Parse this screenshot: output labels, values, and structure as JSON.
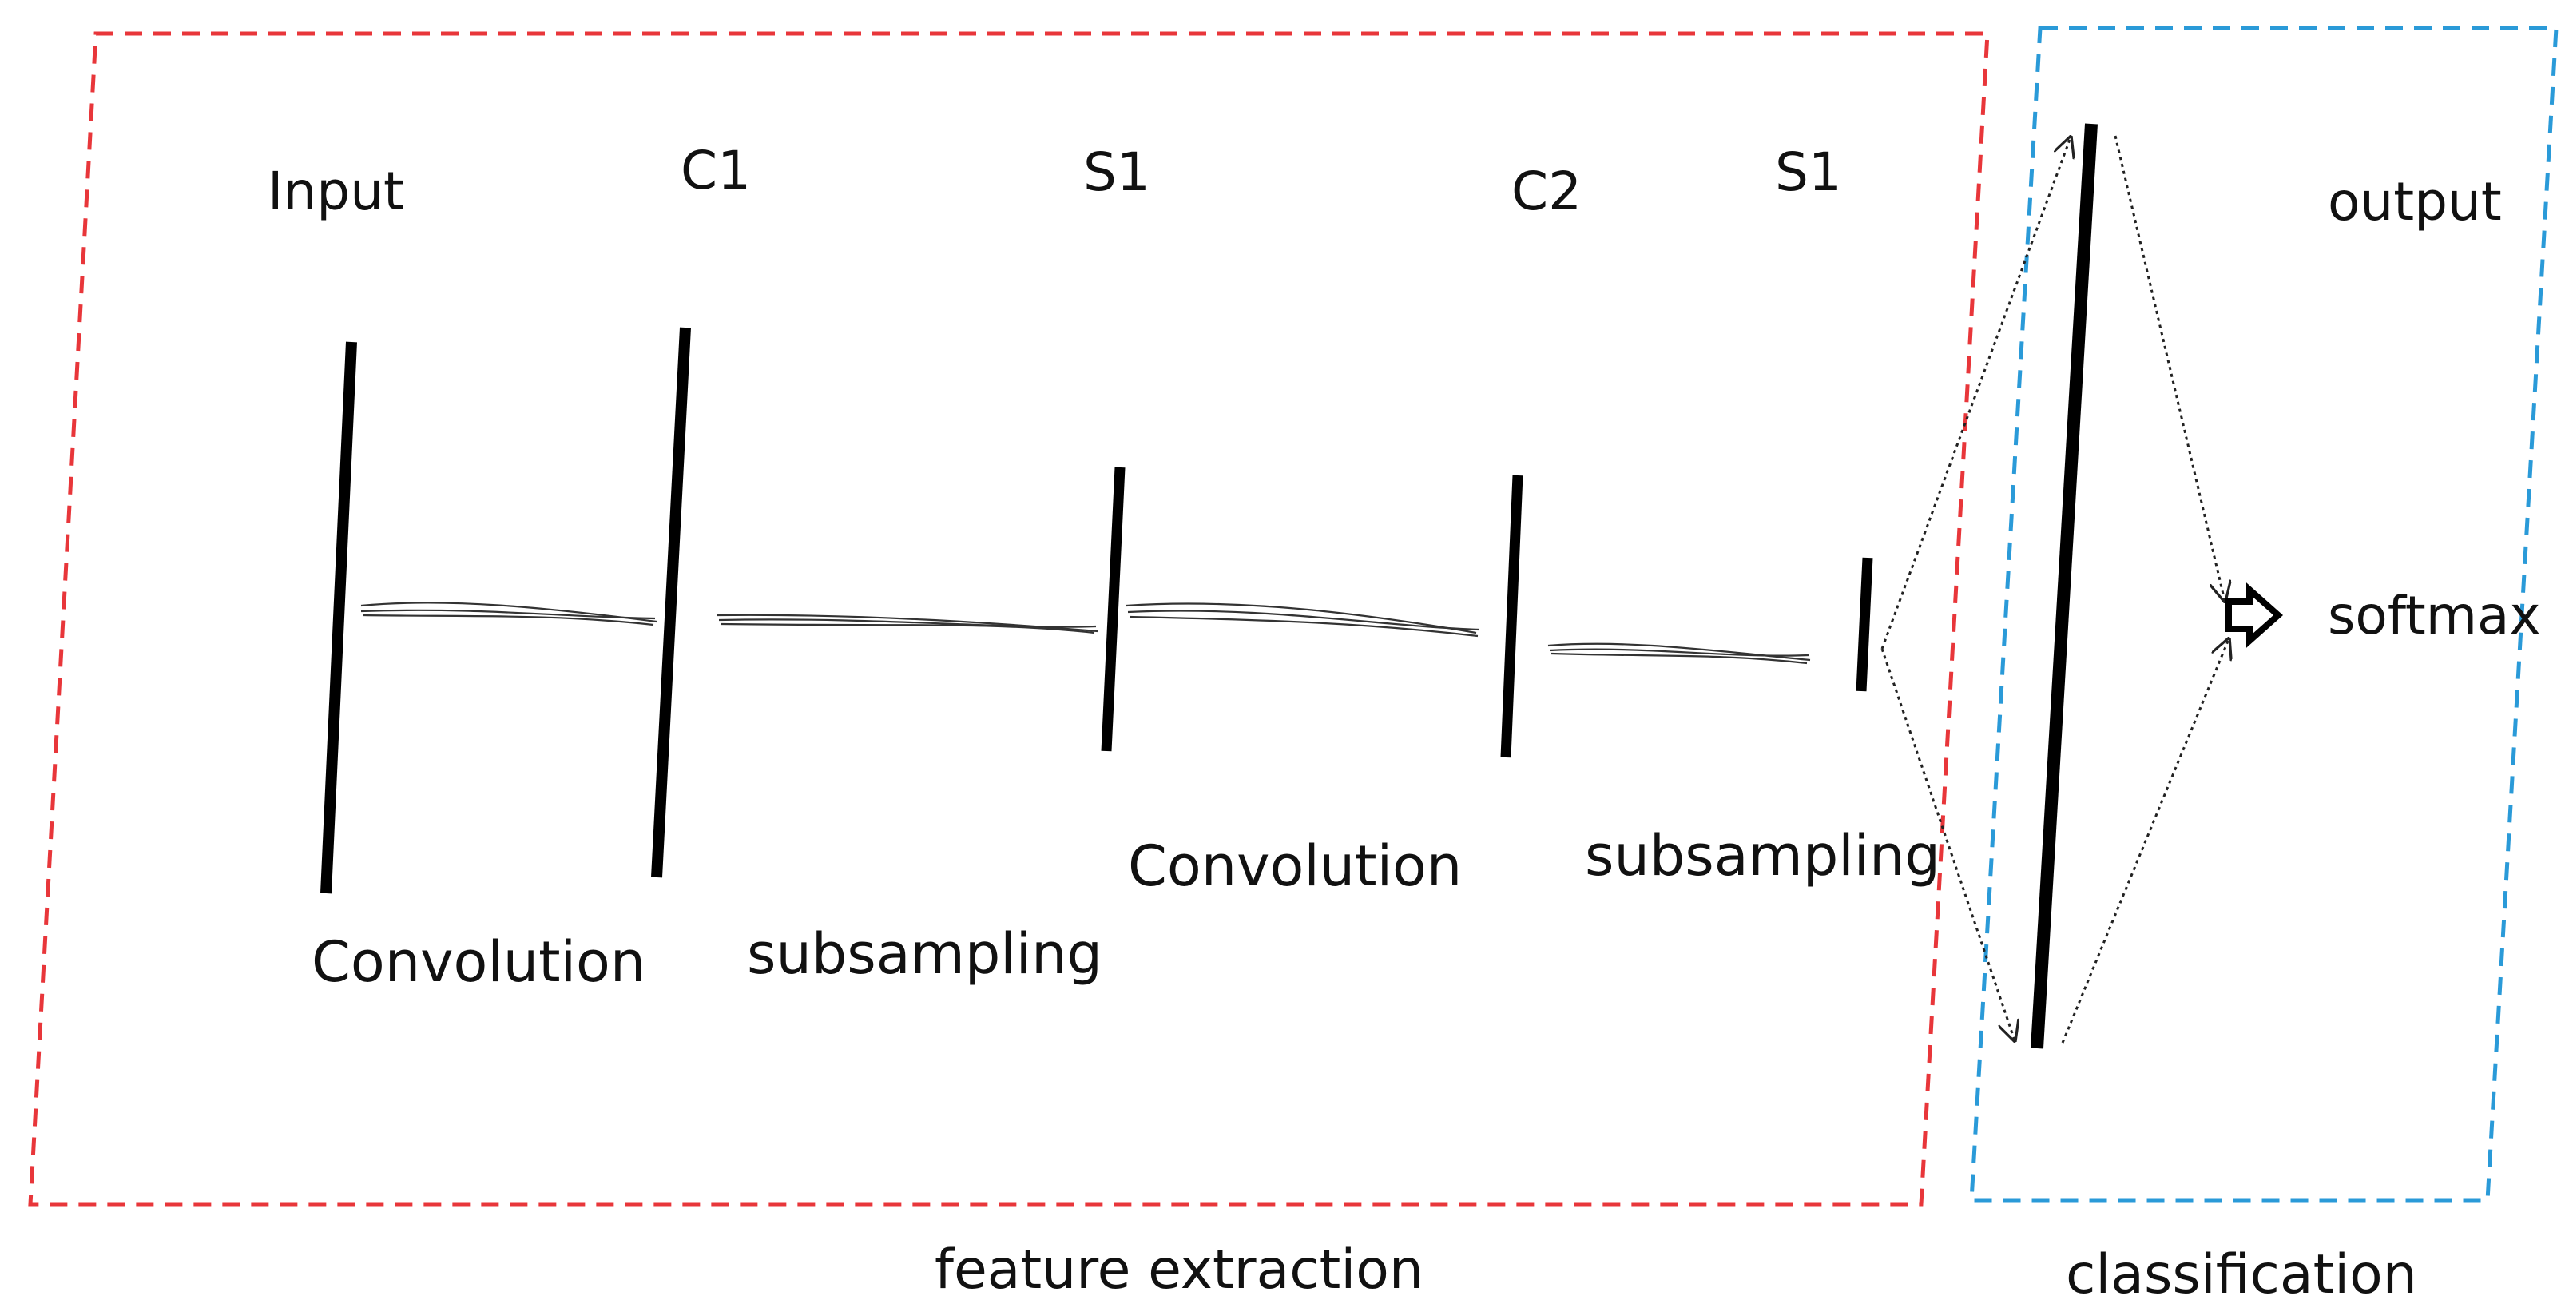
{
  "labels": {
    "input": "Input",
    "c1": "C1",
    "s1_first": "S1",
    "c2": "C2",
    "s1_second": "S1",
    "output": "output",
    "softmax": "softmax"
  },
  "operations": {
    "convolution_1": "Convolution",
    "subsampling_1": "subsampling",
    "convolution_2": "Convolution",
    "subsampling_2": "subsampling"
  },
  "regions": {
    "feature_extraction": "feature extraction",
    "classification": "classification"
  },
  "colors": {
    "feature_extraction_border": "#e8363a",
    "classification_border": "#2a9ad8",
    "layer_stroke": "#000000",
    "connector_stroke": "#333333"
  }
}
